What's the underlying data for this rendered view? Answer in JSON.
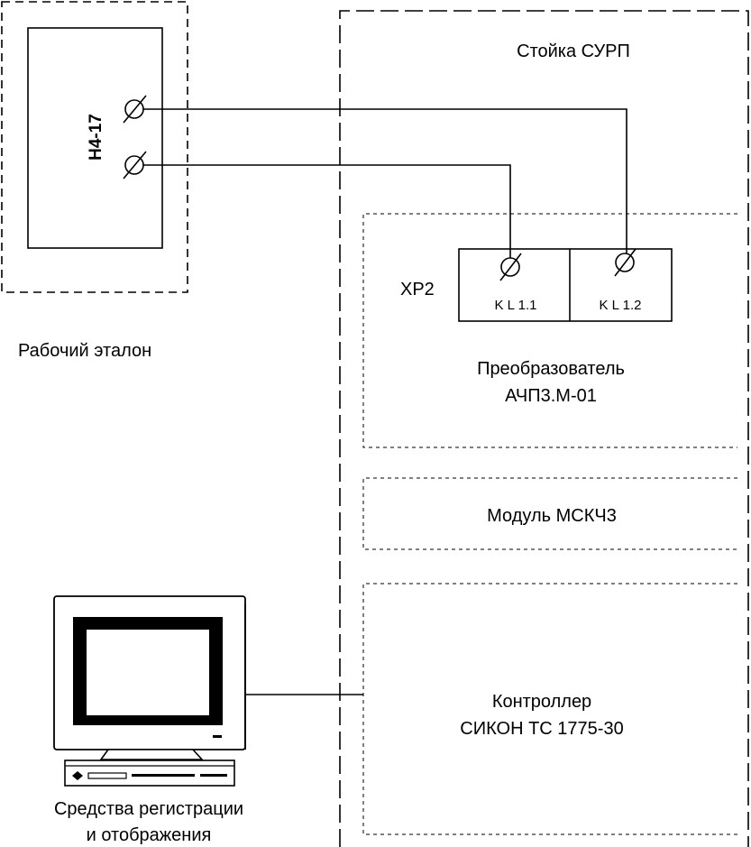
{
  "standard": {
    "device_label": "Н4-17",
    "caption": "Рабочий эталон"
  },
  "rack": {
    "title": "Стойка СУРП",
    "connector_label": "ХР2",
    "terminals": [
      "K L 1.1",
      "K L 1.2"
    ],
    "converter": {
      "line1": "Преобразователь",
      "line2": "АЧП3.М-01"
    },
    "module": "Модуль МСКЧ3",
    "controller": {
      "line1": "Контроллер",
      "line2": "СИКОН ТС 1775-30"
    }
  },
  "pc": {
    "caption_line1": "Средства регистрации",
    "caption_line2": "и отображения"
  }
}
